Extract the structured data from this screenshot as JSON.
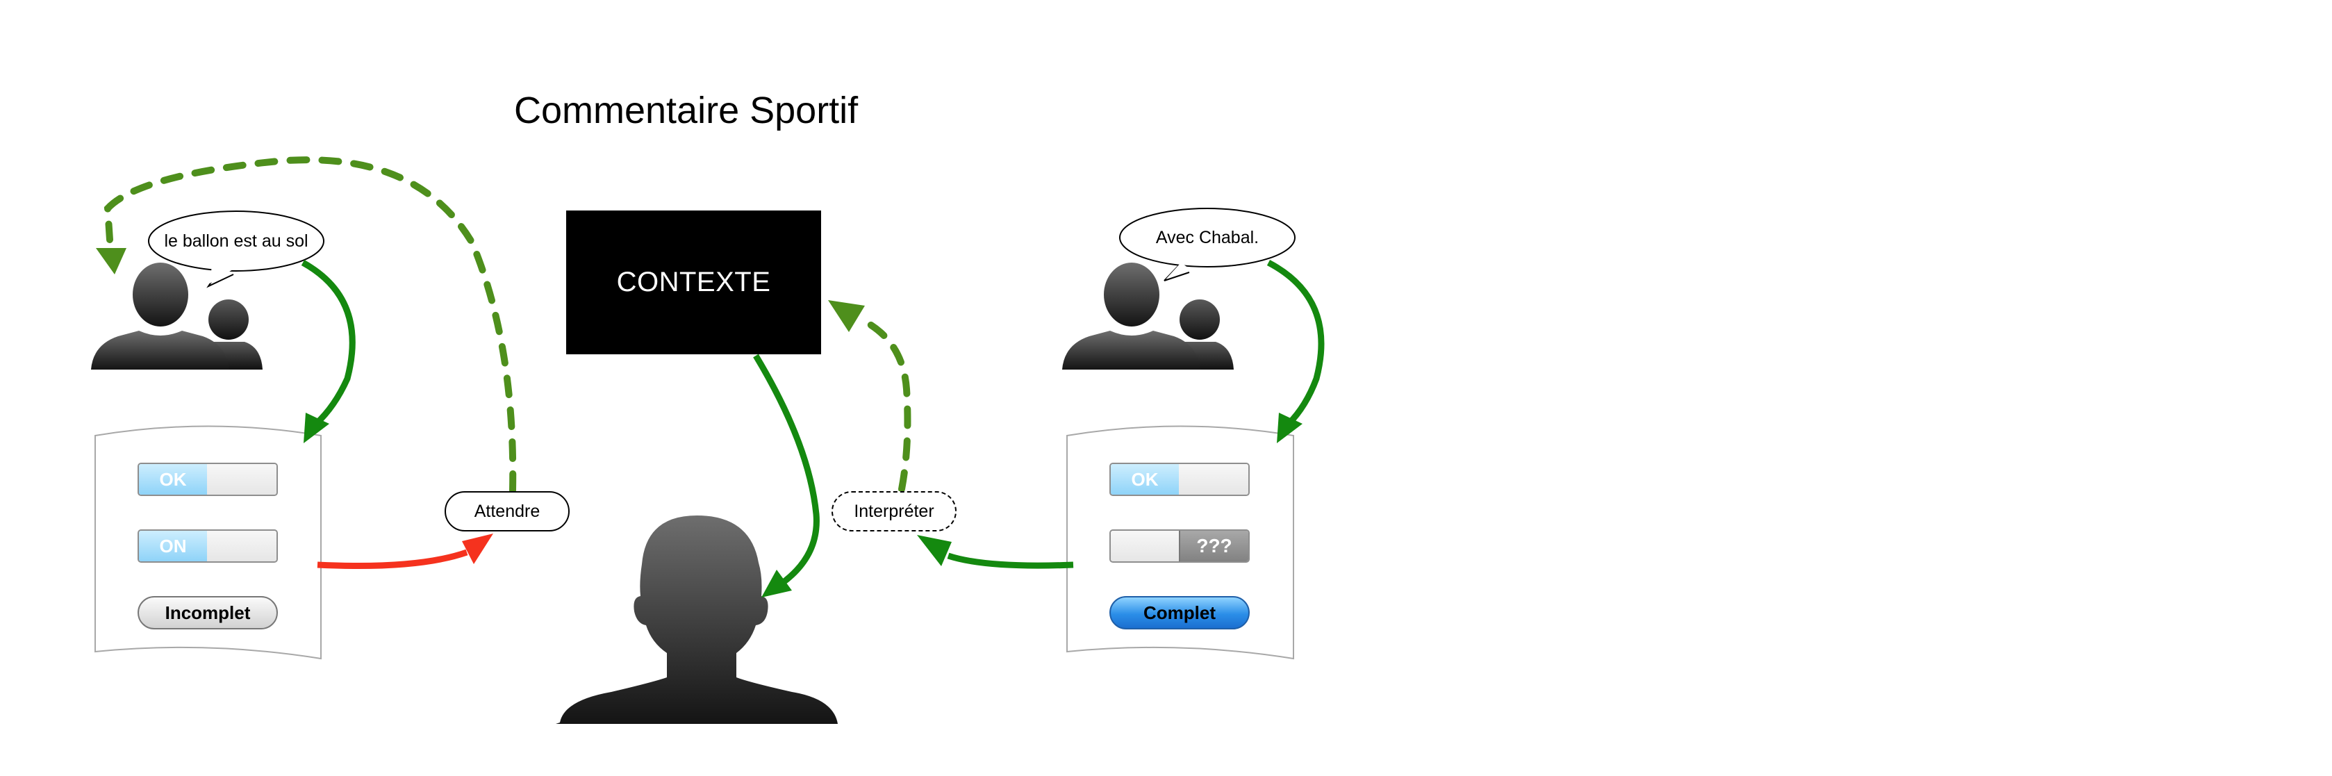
{
  "title": "Commentaire Sportif",
  "context_label": "CONTEXTE",
  "labels": {
    "attendre": "Attendre",
    "interpreter": "Interpréter"
  },
  "left_panel": {
    "speech": "le ballon est au sol",
    "toggle1_label": "OK",
    "toggle2_label": "ON",
    "button_label": "Incomplet"
  },
  "right_panel": {
    "speech": "Avec Chabal.",
    "toggle1_label": "OK",
    "toggle2_label": "???",
    "button_label": "Complet"
  },
  "colors": {
    "solid_arrow": "#14890f",
    "dashed_arrow": "#4e8f1c",
    "red_arrow": "#f5321e",
    "toggle_on": "#8fd3f8",
    "button_blue": "#2b8ee8"
  },
  "icons": [
    "people-icon",
    "person-icon",
    "speech-bubble-icon",
    "document-icon"
  ]
}
